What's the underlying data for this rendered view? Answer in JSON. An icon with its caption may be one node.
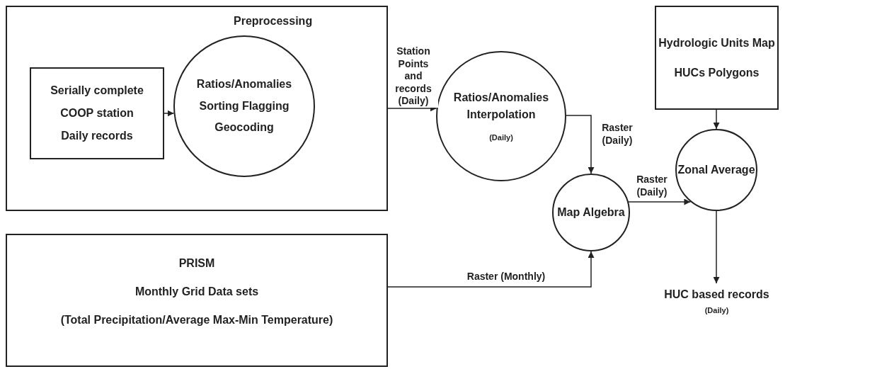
{
  "diagram": {
    "nodes": [
      {
        "text": [
          "Preprocessing"
        ]
      },
      {
        "text": [
          "Serially complete COOP station Daily records"
        ],
        "in": 0
      },
      {
        "text": [
          "Ratios/Anomalies Sorting Flagging Geocoding"
        ],
        "in": 0
      },
      {
        "text": [
          "Ratios/Anomalies Interpolation",
          "(Daily)"
        ]
      },
      {
        "text": [
          "Hydrologic Units Map",
          "HUCs Polygons"
        ]
      },
      {
        "text": [
          "Map Algebra"
        ]
      },
      {
        "text": [
          "Zonal Average"
        ]
      },
      {
        "text": [
          "PRISM",
          "Monthly Grid Data sets",
          "(Total Precipitation/Average Max-Min Temperature)"
        ]
      },
      {
        "text": [
          "HUC based records",
          "(Daily)"
        ]
      }
    ],
    "edges": [
      {
        "from": 1,
        "to": 2,
        "arrow": "to"
      },
      {
        "from": 0,
        "to": 3,
        "arrow": "to",
        "label": "Station Points and records (Daily)"
      },
      {
        "from": 3,
        "to": 5,
        "arrow": "to",
        "label": "Raster (Daily)"
      },
      {
        "from": 5,
        "to": 6,
        "arrow": "to",
        "label": "Raster (Daily)"
      },
      {
        "from": 4,
        "to": 6,
        "arrow": "to"
      },
      {
        "from": 7,
        "to": 5,
        "arrow": "to",
        "label": "Raster (Monthly)"
      },
      {
        "from": 6,
        "to": 8,
        "arrow": "to"
      }
    ]
  }
}
